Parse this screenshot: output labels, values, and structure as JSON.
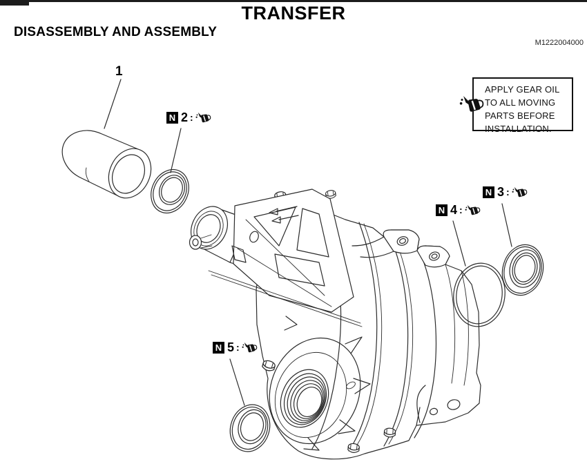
{
  "page": {
    "title": "TRANSFER",
    "section_heading": "DISASSEMBLY AND ASSEMBLY",
    "doc_code": "M1222004000"
  },
  "note_box": {
    "lines": [
      "APPLY GEAR OIL",
      "TO ALL MOVING",
      "PARTS BEFORE",
      "INSTALLATION."
    ],
    "icon": "oil-can-icon"
  },
  "callouts": {
    "part1": {
      "number": "1"
    },
    "n2": {
      "badge": "N",
      "number": "2",
      "separator": ":",
      "icon": "oil-can-icon"
    },
    "n3": {
      "badge": "N",
      "number": "3",
      "separator": ":",
      "icon": "oil-can-icon"
    },
    "n4": {
      "badge": "N",
      "number": "4",
      "separator": ":",
      "icon": "oil-can-icon"
    },
    "n5": {
      "badge": "N",
      "number": "5",
      "separator": ":",
      "icon": "oil-can-icon"
    }
  },
  "colors": {
    "line": "#2b2b2b",
    "text": "#000000",
    "background": "#ffffff"
  }
}
